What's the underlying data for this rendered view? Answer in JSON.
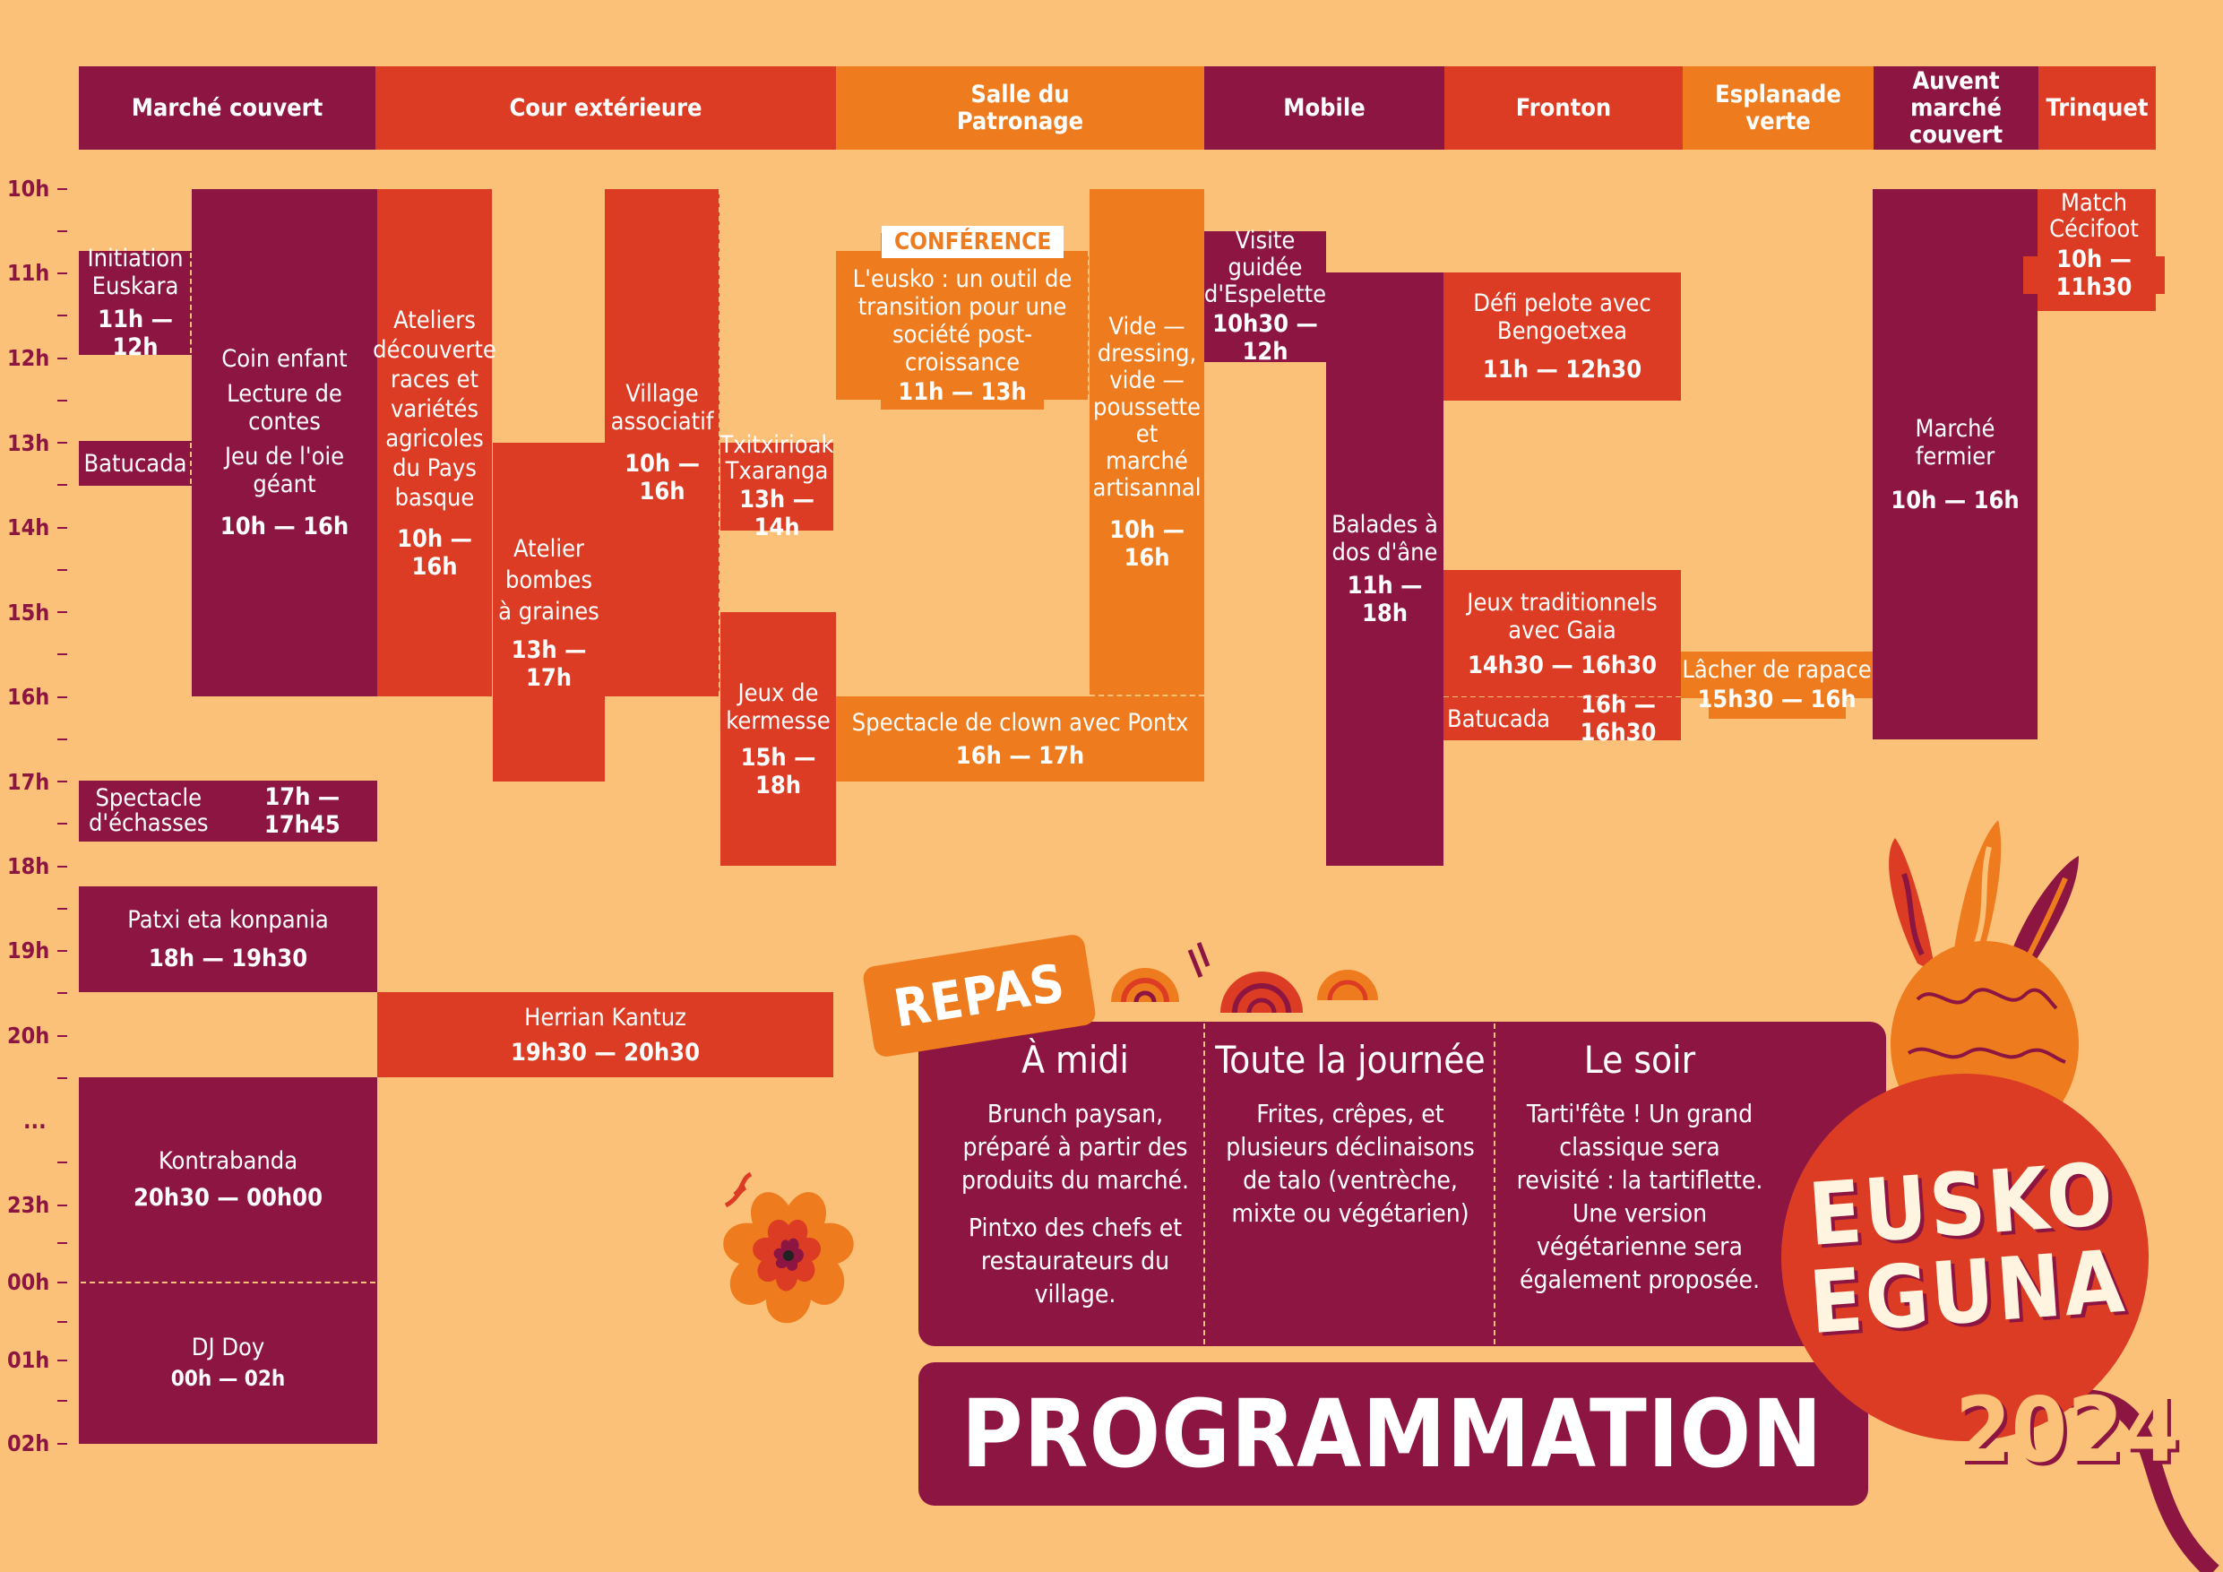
{
  "venues": [
    {
      "label": "Marché couvert"
    },
    {
      "label": "Cour extérieure"
    },
    {
      "label": "Salle du Patronage"
    },
    {
      "label": "Mobile"
    },
    {
      "label": "Fronton"
    },
    {
      "label": "Esplanade verte"
    },
    {
      "label": "Auvent marché couvert"
    },
    {
      "label": "Trinquet"
    }
  ],
  "hours": [
    "10h",
    "11h",
    "12h",
    "13h",
    "14h",
    "15h",
    "16h",
    "17h",
    "18h",
    "19h",
    "20h",
    "...",
    "23h",
    "00h",
    "01h",
    "02h"
  ],
  "events": {
    "initiation": {
      "title": "Initiation Euskara",
      "time": "11h — 12h"
    },
    "batucada_am": {
      "title": "Batucada"
    },
    "coin_enfant": {
      "line1": "Coin enfant",
      "line2": "Lecture de contes",
      "line3": "Jeu de l'oie géant",
      "time": "10h — 16h"
    },
    "ateliers": {
      "title": "Ateliers découverte races et variétés agricoles du Pays basque",
      "time": "10h — 16h"
    },
    "atelier_bombes": {
      "title": "Atelier bombes à graines",
      "time": "13h — 17h"
    },
    "village": {
      "title": "Village associatif",
      "time": "10h — 16h"
    },
    "txitxirioak": {
      "title": "Txitxirioak Txaranga",
      "time": "13h — 14h"
    },
    "jeux_kermesse": {
      "title": "Jeux de kermesse",
      "time": "15h — 18h"
    },
    "conference": {
      "badge": "CONFÉRENCE",
      "title": "L'eusko : un outil de transition pour une société post-croissance",
      "time": "11h — 13h"
    },
    "vide_dressing": {
      "title": "Vide — dressing, vide — poussette et marché artisannal",
      "time": "10h — 16h"
    },
    "clown": {
      "title": "Spectacle de clown avec Pontx",
      "time": "16h — 17h"
    },
    "visite": {
      "title": "Visite guidée d'Espelette",
      "time": "10h30 — 12h"
    },
    "balades": {
      "title": "Balades à dos d'âne",
      "time": "11h — 18h"
    },
    "defi": {
      "title": "Défi pelote avec Bengoetxea",
      "time": "11h — 12h30"
    },
    "jeux_trad": {
      "title": "Jeux traditionnels avec Gaia",
      "time": "14h30 — 16h30"
    },
    "batucada_pm": {
      "title": "Batucada",
      "time": "16h — 16h30"
    },
    "rapace": {
      "title": "Lâcher de rapace",
      "time": "15h30 — 16h"
    },
    "marche_fermier": {
      "title": "Marché fermier",
      "time": "10h — 16h"
    },
    "cecifoot": {
      "title": "Match Cécifoot",
      "time": "10h — 11h30"
    },
    "echasses": {
      "title": "Spectacle d'échasses",
      "time": "17h — 17h45"
    },
    "patxi": {
      "title": "Patxi eta konpania",
      "time": "18h — 19h30"
    },
    "herrian": {
      "title": "Herrian Kantuz",
      "time": "19h30 — 20h30"
    },
    "kontrabanda": {
      "title": "Kontrabanda",
      "time": "20h30 — 00h00"
    },
    "dj": {
      "title": "DJ Doy",
      "time": "00h — 02h"
    }
  },
  "repas": {
    "label": "REPAS",
    "midi": {
      "title": "À midi",
      "text1": "Brunch paysan, préparé à partir des produits du marché.",
      "text2": "Pintxo des chefs et restaurateurs du village."
    },
    "journee": {
      "title": "Toute la journée",
      "text": "Frites, crêpes, et plusieurs déclinaisons de talo (ventrèche, mixte ou végétarien)"
    },
    "soir": {
      "title": "Le soir",
      "text": "Tarti'fête ! Un grand classique sera revisité : la tartiflette. Une version végétarienne sera également proposée."
    }
  },
  "programmation": "PROGRAMMATION",
  "logo": {
    "line1": "EUSKO",
    "line2": "EGUNA",
    "year": "2024"
  },
  "colors": {
    "background": "#FCC178",
    "dark": "#8C1641",
    "red": "#DC3C23",
    "orange": "#EE7C1E",
    "white": "#FFFFFF"
  }
}
